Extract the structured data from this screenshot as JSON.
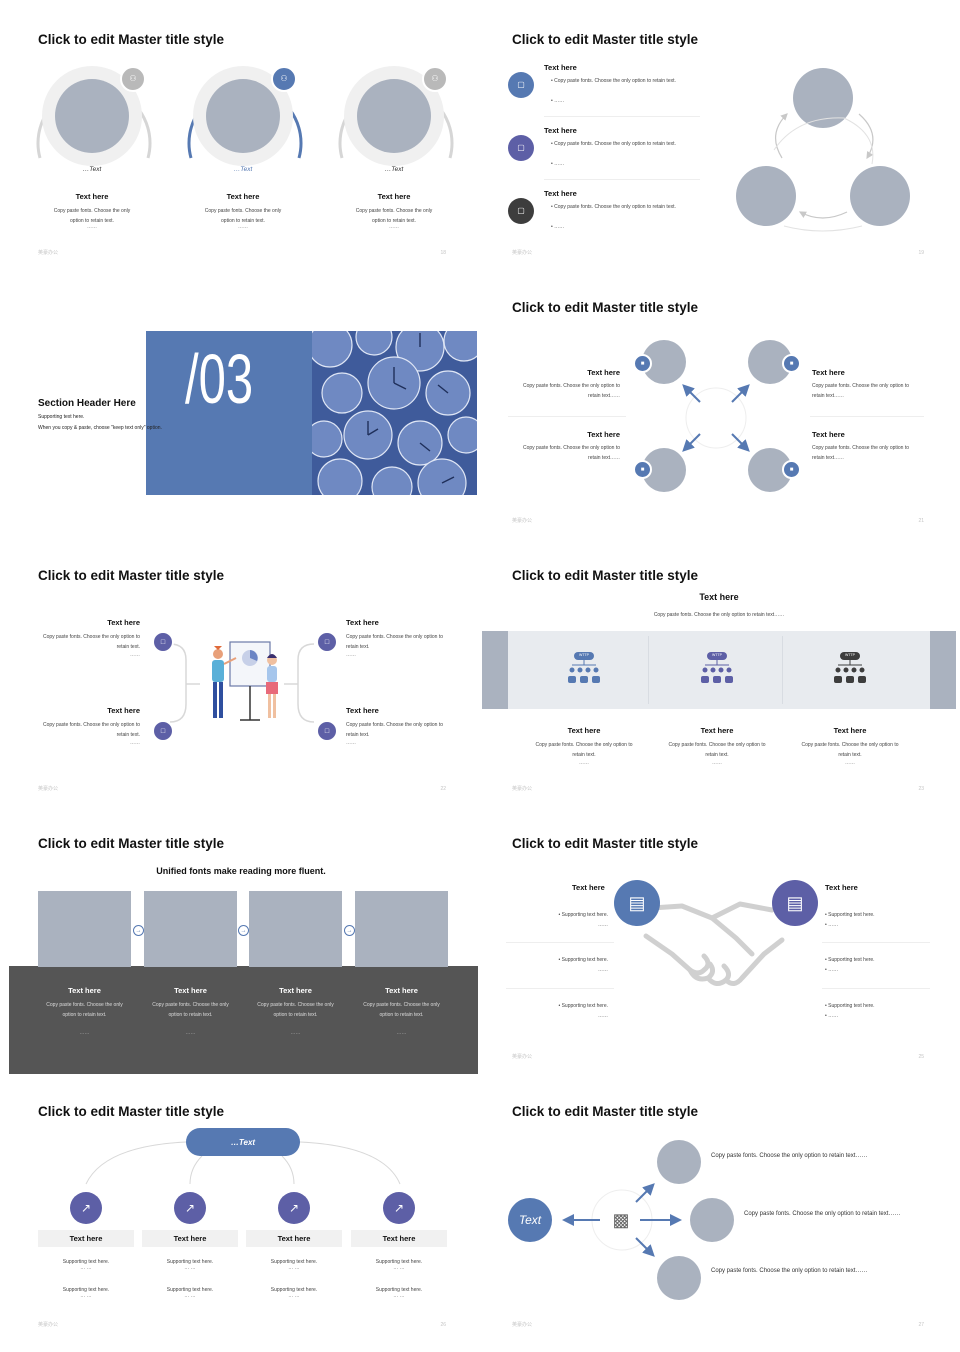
{
  "master_title": "Click to edit Master title style",
  "footer_logo": "英豪办公",
  "s0": {
    "page": "18",
    "items": [
      {
        "ring_label": "…Text",
        "heading": "Text here",
        "body": "Copy paste fonts. Choose the only option to retain text.",
        "dots": "……"
      },
      {
        "ring_label": "…Text",
        "heading": "Text here",
        "body": "Copy paste fonts. Choose the only option to retain text.",
        "dots": "……"
      },
      {
        "ring_label": "…Text",
        "heading": "Text here",
        "body": "Copy paste fonts. Choose the only option to retain text.",
        "dots": "……"
      }
    ]
  },
  "s1": {
    "page": "19",
    "items": [
      {
        "heading": "Text here",
        "bullet1": "Copy paste fonts. Choose the only option to retain text.",
        "bullet2": "……"
      },
      {
        "heading": "Text here",
        "bullet1": "Copy paste fonts. Choose the only option to retain text.",
        "bullet2": "……"
      },
      {
        "heading": "Text here",
        "bullet1": "Copy paste fonts. Choose the only option to retain text.",
        "bullet2": "……"
      }
    ]
  },
  "s2": {
    "number": "/03",
    "heading": "Section Header Here",
    "line1": "Supporting text here.",
    "line2": "When you copy & paste, choose \"keep text only\" option."
  },
  "s3": {
    "page": "21",
    "items": [
      {
        "heading": "Text here",
        "body": "Copy paste fonts. Choose the only option to retain text……"
      },
      {
        "heading": "Text here",
        "body": "Copy paste fonts. Choose the only option to retain text……"
      },
      {
        "heading": "Text here",
        "body": "Copy paste fonts. Choose the only option to retain text……"
      },
      {
        "heading": "Text here",
        "body": "Copy paste fonts. Choose the only option to retain text……"
      }
    ]
  },
  "s4": {
    "page": "22",
    "items": [
      {
        "heading": "Text here",
        "body": "Copy paste fonts. Choose the only option to retain text.",
        "dots": "……"
      },
      {
        "heading": "Text here",
        "body": "Copy paste fonts. Choose the only option to retain text.",
        "dots": "……"
      },
      {
        "heading": "Text here",
        "body": "Copy paste fonts. Choose the only option to retain text.",
        "dots": "……"
      },
      {
        "heading": "Text here",
        "body": "Copy paste fonts. Choose the only option to retain text.",
        "dots": "……"
      }
    ]
  },
  "s5": {
    "page": "23",
    "heading": "Text here",
    "subtitle": "Copy paste fonts. Choose the only option to retain text……",
    "icon_label": "WTTP",
    "items": [
      {
        "heading": "Text here",
        "body": "Copy paste fonts. Choose the only option to retain text.",
        "dots": "……"
      },
      {
        "heading": "Text here",
        "body": "Copy paste fonts. Choose the only option to retain text.",
        "dots": "……"
      },
      {
        "heading": "Text here",
        "body": "Copy paste fonts. Choose the only option to retain text.",
        "dots": "……"
      }
    ]
  },
  "s6": {
    "subtitle": "Unified fonts make reading more fluent.",
    "items": [
      {
        "heading": "Text here",
        "body": "Copy paste fonts. Choose the only option to retain text.",
        "dots": "……"
      },
      {
        "heading": "Text here",
        "body": "Copy paste fonts. Choose the only option to retain text.",
        "dots": "……"
      },
      {
        "heading": "Text here",
        "body": "Copy paste fonts. Choose the only option to retain text.",
        "dots": "……"
      },
      {
        "heading": "Text here",
        "body": "Copy paste fonts. Choose the only option to retain text.",
        "dots": "……"
      }
    ]
  },
  "s7": {
    "page": "25",
    "left_heading": "Text here",
    "right_heading": "Text here",
    "bullet": "Supporting text here.",
    "dots": "……"
  },
  "s8": {
    "page": "26",
    "top_label": "…Text",
    "items": [
      {
        "heading": "Text here",
        "line1": "Supporting text here.",
        "line2": "Supporting text here.",
        "dots": "… …"
      },
      {
        "heading": "Text here",
        "line1": "Supporting text here.",
        "line2": "Supporting text here.",
        "dots": "… …"
      },
      {
        "heading": "Text here",
        "line1": "Supporting text here.",
        "line2": "Supporting text here.",
        "dots": "… …"
      },
      {
        "heading": "Text here",
        "line1": "Supporting text here.",
        "line2": "Supporting text here.",
        "dots": "… …"
      }
    ]
  },
  "s9": {
    "page": "27",
    "left_label": "Text",
    "items": [
      {
        "body": "Copy paste fonts. Choose the only option to retain text……"
      },
      {
        "body": "Copy paste fonts. Choose the only option to retain text……"
      },
      {
        "body": "Copy paste fonts. Choose the only option to retain text……"
      }
    ]
  },
  "colors": {
    "blue": "#5679b2",
    "purple": "#5d5fa6",
    "gray": "#aab2bf",
    "dark": "#3d3d3d",
    "band": "#555555"
  }
}
